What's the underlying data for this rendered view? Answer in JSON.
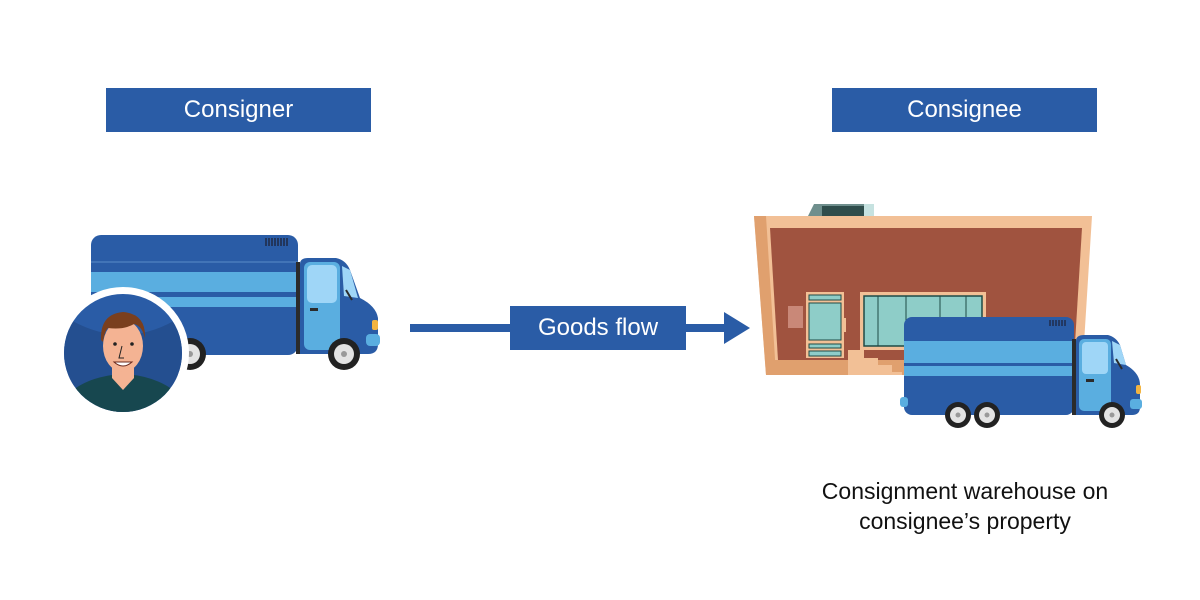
{
  "diagram": {
    "consigner": {
      "label": "Consigner"
    },
    "consignee": {
      "label": "Consignee"
    },
    "flow": {
      "label": "Goods flow"
    },
    "caption": {
      "line1": "Consignment warehouse on",
      "line2": "consignee’s property"
    },
    "icons": {
      "consigner_truck": "delivery-truck-icon",
      "consigner_person": "person-avatar-icon",
      "arrow": "right-arrow-icon",
      "warehouse": "warehouse-building-icon",
      "consignee_truck": "delivery-truck-icon"
    },
    "colors": {
      "brand_blue": "#2a5ca6",
      "light_blue": "#5aaee0",
      "cab_glass": "#9fd6f7",
      "building_wall": "#a0533f",
      "building_trim": "#f2c096",
      "glass_teal": "#8ecdc8",
      "avatar_bg": "#2a5ca6",
      "shirt": "#17474f"
    }
  }
}
